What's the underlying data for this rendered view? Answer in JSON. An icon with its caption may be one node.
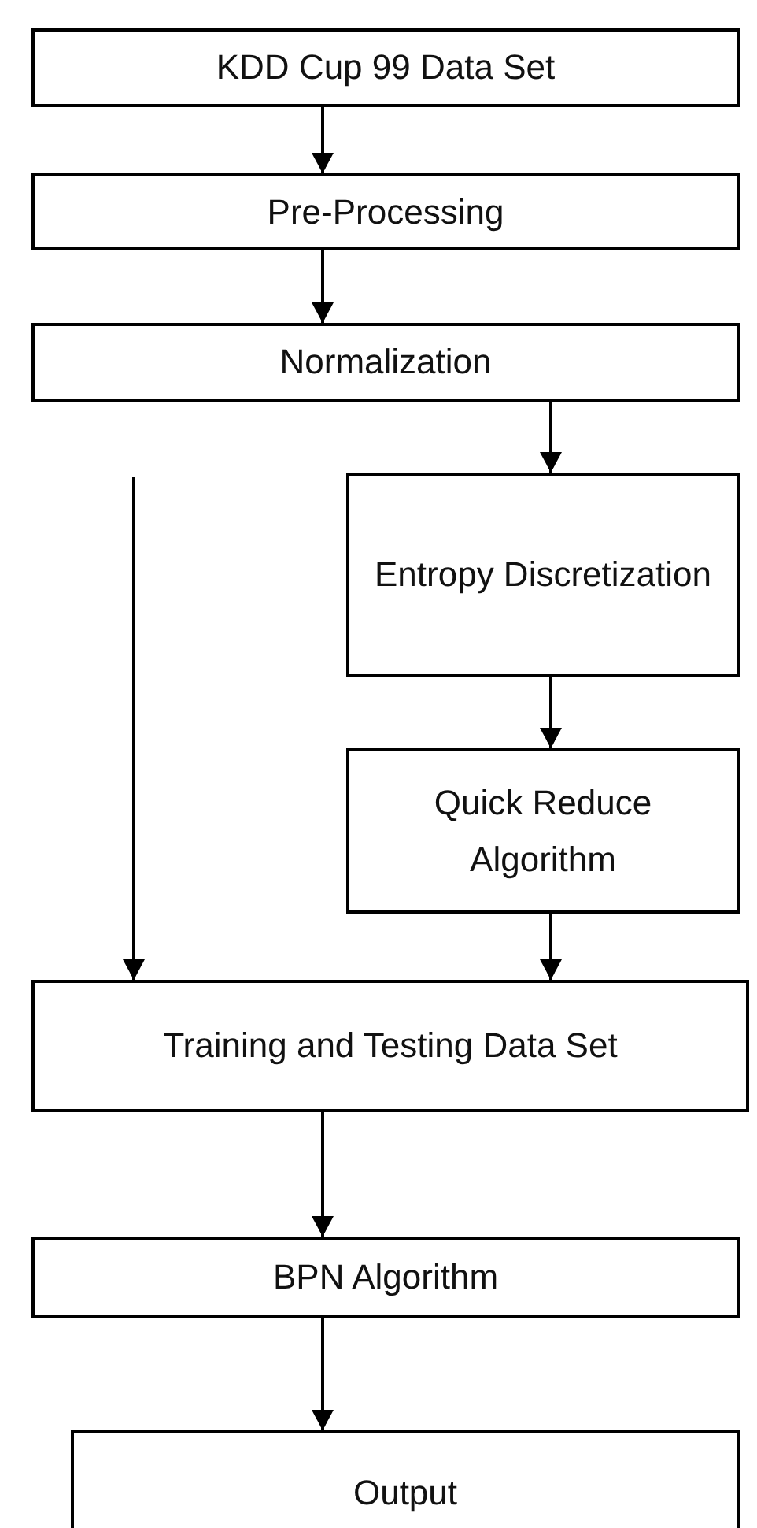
{
  "diagram": {
    "nodes": [
      {
        "text": [
          "KDD Cup 99 Data Set"
        ]
      },
      {
        "text": [
          "Pre-Processing"
        ]
      },
      {
        "text": [
          "Normalization"
        ]
      },
      {
        "text": [
          "Entropy Discretization"
        ]
      },
      {
        "text": [
          "Quick Reduce Algorithm"
        ]
      },
      {
        "text": [
          "Training and Testing Data Set"
        ]
      },
      {
        "text": [
          "BPN Algorithm"
        ]
      },
      {
        "text": [
          "Output"
        ]
      }
    ],
    "edges": [
      {
        "from": 0,
        "to": 1,
        "arrow": "to"
      },
      {
        "from": 1,
        "to": 2,
        "arrow": "to"
      },
      {
        "from": 2,
        "to": 3,
        "arrow": "to"
      },
      {
        "from": 3,
        "to": 4,
        "arrow": "to"
      },
      {
        "from": 4,
        "to": 5,
        "arrow": "to"
      },
      {
        "from": 2,
        "to": 5,
        "arrow": "to"
      },
      {
        "from": 5,
        "to": 6,
        "arrow": "to"
      },
      {
        "from": 6,
        "to": 7,
        "arrow": "to"
      }
    ]
  }
}
